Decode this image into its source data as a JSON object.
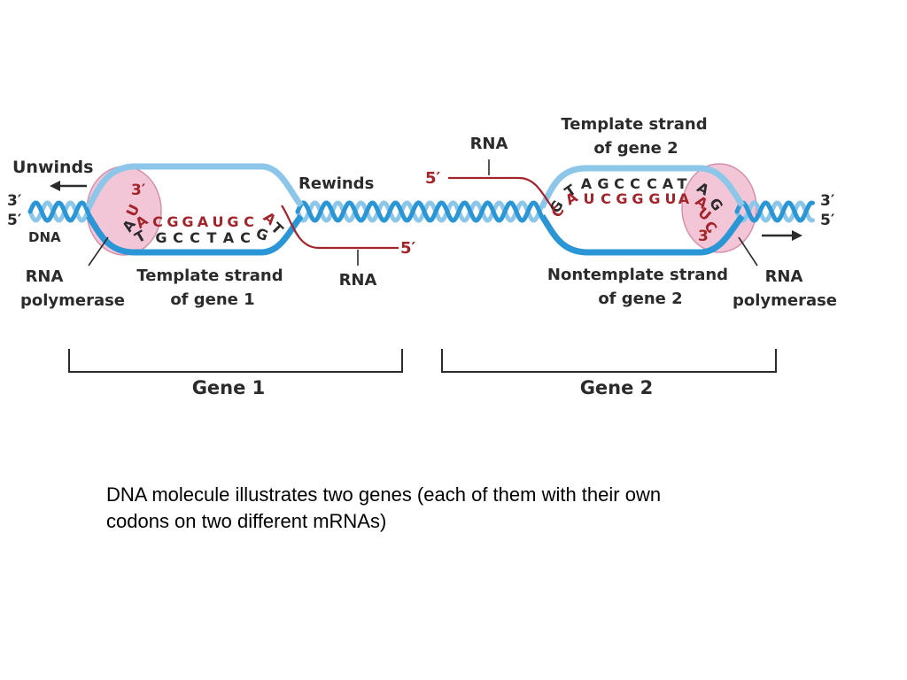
{
  "diagram": {
    "labels": {
      "unwinds": "Unwinds",
      "three_prime_left": "3′",
      "five_prime_left": "5′",
      "dna": "DNA",
      "rna_polymerase_left_1": "RNA",
      "rna_polymerase_left_2": "polymerase",
      "template_gene1_1": "Template strand",
      "template_gene1_2": "of gene 1",
      "rewinds": "Rewinds",
      "rna_gene1": "RNA",
      "rna_gene1_5prime": "5′",
      "rna_gene2": "RNA",
      "rna_gene2_5prime": "5′",
      "template_gene2_1": "Template strand",
      "template_gene2_2": "of gene 2",
      "nontemplate_gene2_1": "Nontemplate strand",
      "nontemplate_gene2_2": "of gene 2",
      "rna_polymerase_right_1": "RNA",
      "rna_polymerase_right_2": "polymerase",
      "three_prime_right": "3′",
      "five_prime_right": "5′",
      "gene1": "Gene 1",
      "gene2": "Gene 2"
    },
    "gene1_sequences": {
      "rna_3prime": "3′",
      "rna_bases": "UACGGAUGCA",
      "dna_bases": "ATGCCTACGT"
    },
    "gene2_sequences": {
      "rna_3prime": "3′",
      "dna_top_bases": "GTAGCCCATAG",
      "rna_bases": "CAUCGGGUAAUC"
    },
    "colors": {
      "dna_light": "#8cc7ea",
      "dna_dark": "#2a96d6",
      "rna": "#a3242a",
      "polymerase": "#f2c6d6",
      "polymerase_edge": "#d590ad",
      "label": "#2b2b2b"
    }
  },
  "caption": {
    "line1": "DNA molecule illustrates two genes (each of them with their own",
    "line2": "codons on two different mRNAs)"
  }
}
